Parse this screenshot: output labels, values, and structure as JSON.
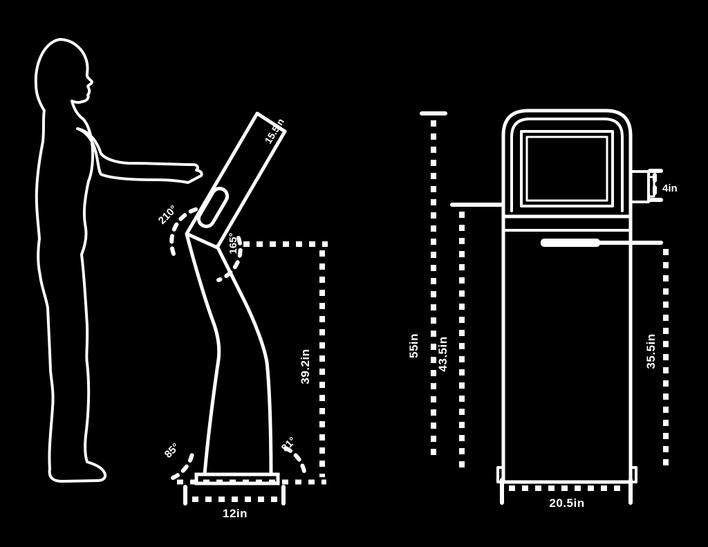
{
  "colors": {
    "background": "#000000",
    "line": "#ffffff"
  },
  "side_view": {
    "elbow_angle": "210°",
    "screen_size": "15.5in",
    "screen_body_angle": "165°",
    "screen_bottom_height": "39.2in",
    "base_front_angle": "85°",
    "base_rear_angle": "81°",
    "base_depth": "12in"
  },
  "front_view": {
    "overall_height": "55in",
    "screen_bottom_height": "43.5in",
    "keyboard_height": "35.5in",
    "screen_side_depth": "4in",
    "body_width": "20.5in"
  }
}
